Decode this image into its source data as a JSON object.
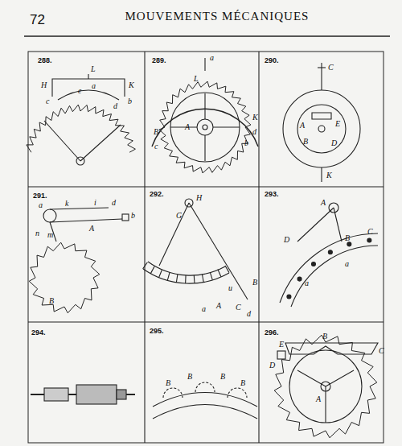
{
  "diagram": {
    "title": "MOUVEMENTS MÉCANIQUES",
    "labels": [
      "72",
      "288.",
      "L",
      "a",
      "H",
      "K",
      "c",
      "e",
      "b",
      "d",
      "289.",
      "a",
      "L",
      "A",
      "B",
      "K",
      "c",
      "b",
      "d",
      "290.",
      "C",
      "A",
      "B",
      "E",
      "D",
      "K",
      "291.",
      "a",
      "k",
      "i",
      "d",
      "b",
      "A",
      "m",
      "n",
      "B",
      "292.",
      "G",
      "H",
      "B",
      "A",
      "C",
      "u",
      "a",
      "d",
      "293.",
      "A",
      "B",
      "D",
      "C",
      "a",
      "a",
      "294.",
      "295.",
      "B",
      "B",
      "B",
      "B",
      "296.",
      "E",
      "D",
      "B",
      "C",
      "A"
    ]
  }
}
